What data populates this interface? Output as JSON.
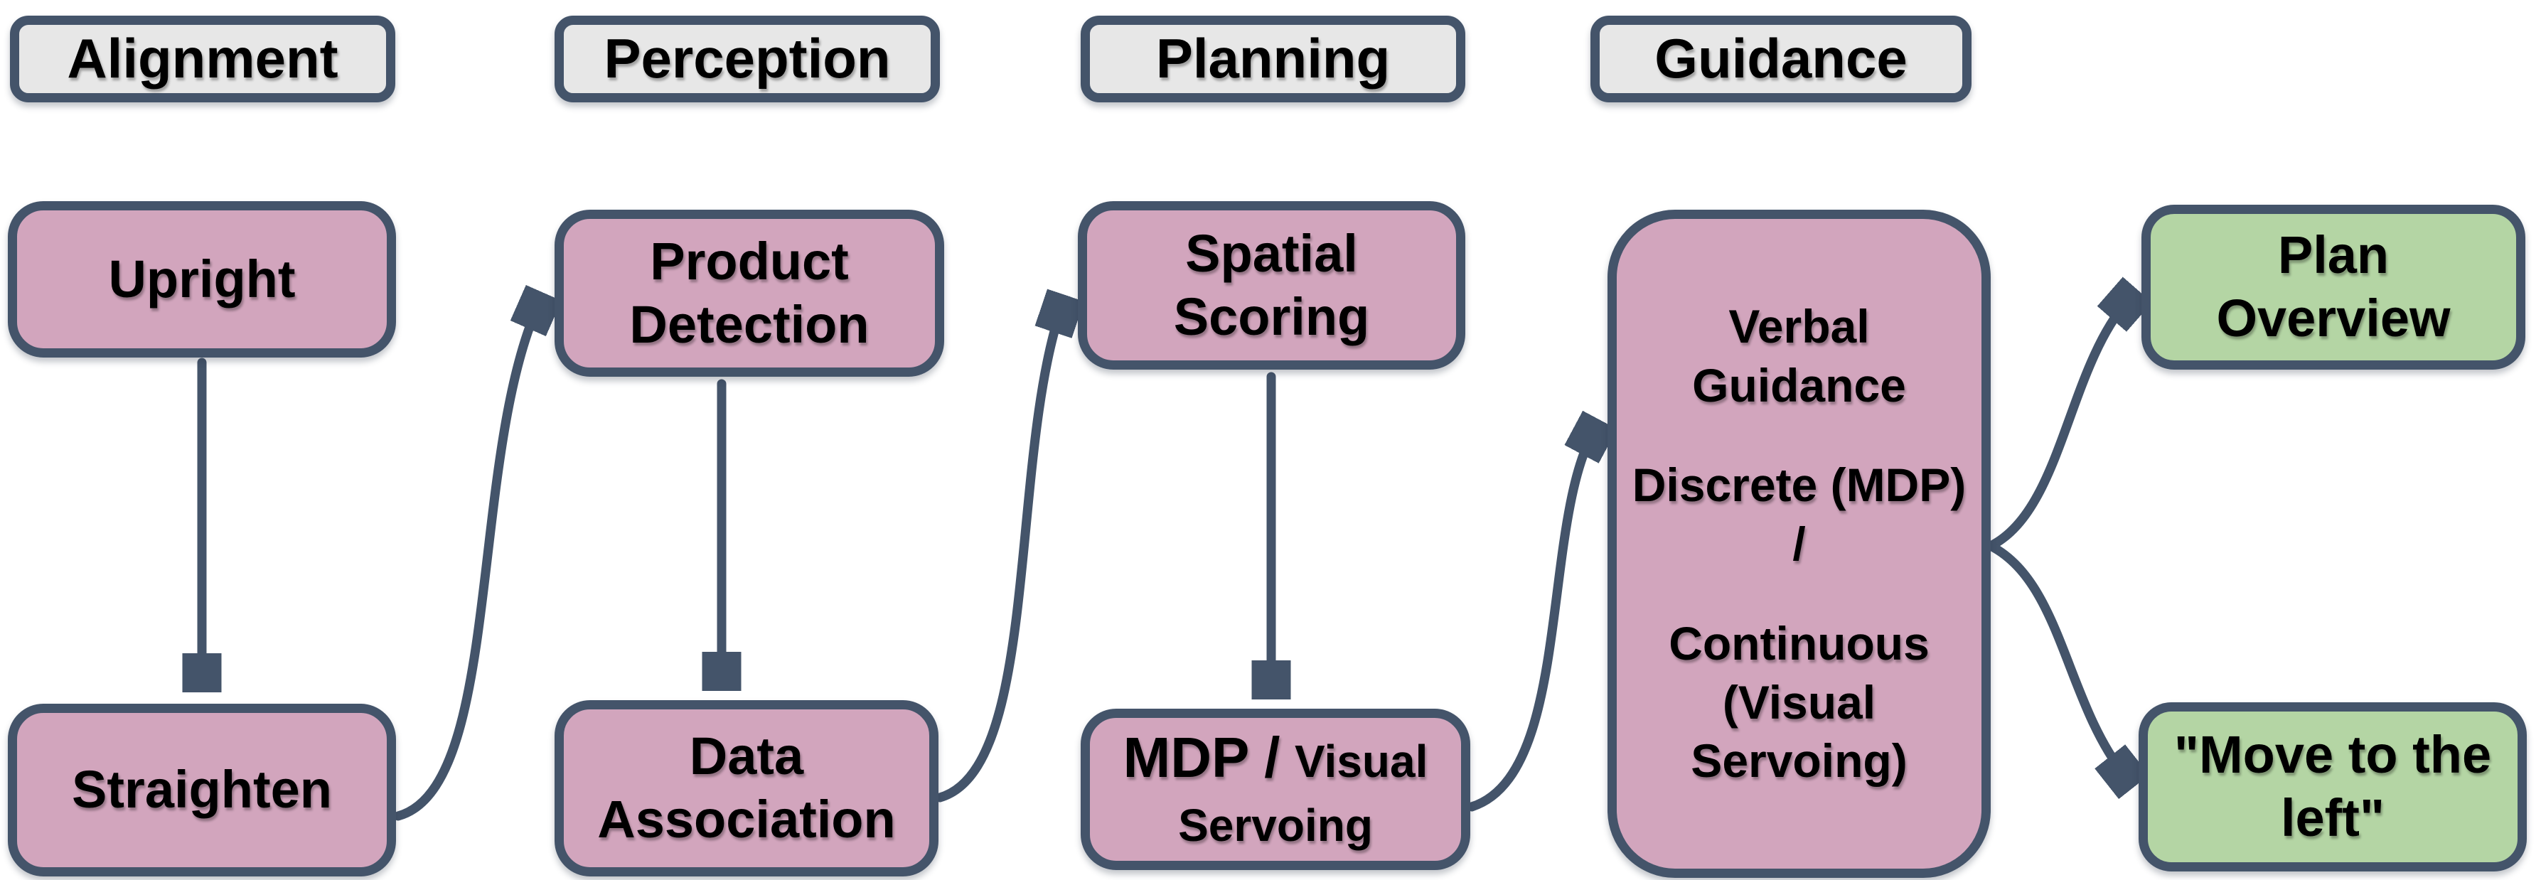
{
  "colors": {
    "background": "#ffffff",
    "border": "#44546a",
    "arrow": "#44546a",
    "header_fill": "#e7e7e7",
    "pink_fill": "#d2a5bd",
    "green_fill": "#b4d5a4",
    "text": "#000000"
  },
  "headers": {
    "alignment": "Alignment",
    "perception": "Perception",
    "planning": "Planning",
    "guidance": "Guidance"
  },
  "alignment": {
    "top_node": "Upright",
    "bottom_node": "Straighten"
  },
  "perception": {
    "top_node": "Product Detection",
    "bottom_node": "Data Association"
  },
  "planning": {
    "top_node": "Spatial Scoring",
    "bottom_node_primary": "MDP /",
    "bottom_node_secondary": "Visual Servoing"
  },
  "guidance": {
    "node_line1": "Verbal Guidance",
    "node_line2": "Discrete (MDP) /",
    "node_line3": "Continuous (Visual Servoing)"
  },
  "outputs": {
    "plan": "Plan Overview",
    "command": "\"Move to the left\""
  },
  "edges": [
    {
      "from": "Upright",
      "to": "Straighten"
    },
    {
      "from": "Straighten",
      "to": "Product Detection"
    },
    {
      "from": "Product Detection",
      "to": "Data Association"
    },
    {
      "from": "Data Association",
      "to": "Spatial Scoring"
    },
    {
      "from": "Spatial Scoring",
      "to": "MDP / Visual Servoing"
    },
    {
      "from": "MDP / Visual Servoing",
      "to": "Verbal Guidance"
    },
    {
      "from": "Verbal Guidance",
      "to": "Plan Overview"
    },
    {
      "from": "Verbal Guidance",
      "to": "\"Move to the left\""
    }
  ]
}
